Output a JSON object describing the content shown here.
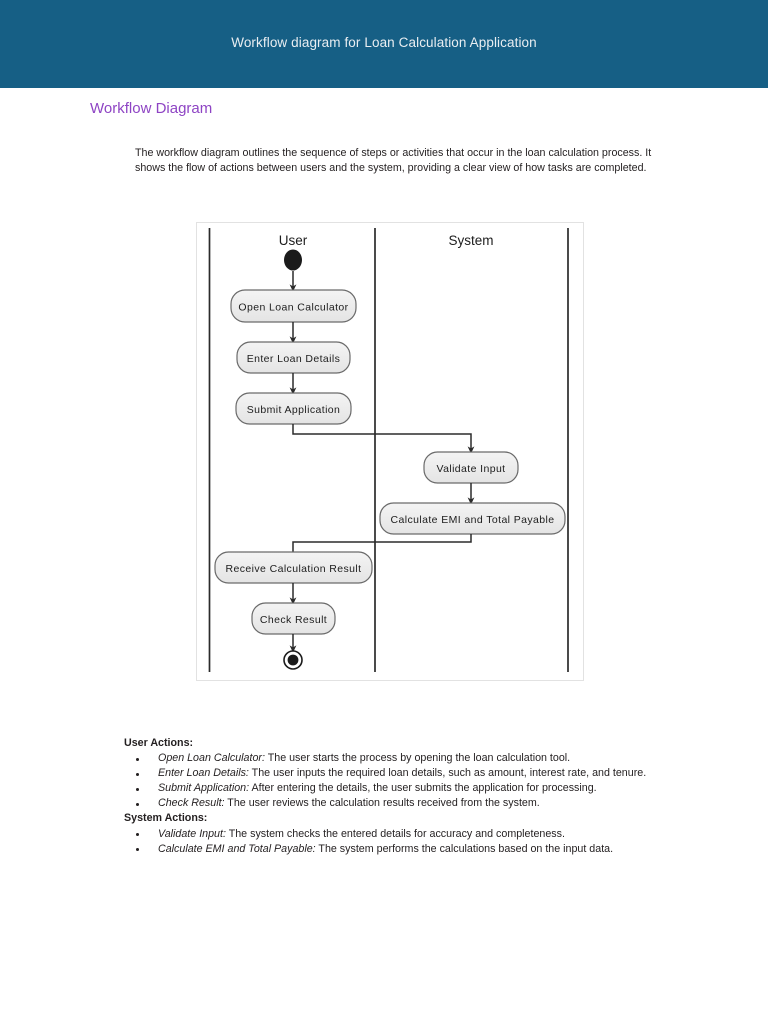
{
  "header": {
    "title": "Workflow diagram for Loan Calculation Application",
    "background_color": "#165f85",
    "text_color": "#e9eef2"
  },
  "section": {
    "heading": "Workflow Diagram",
    "heading_color": "#8e44c4",
    "paragraph": "The workflow diagram outlines the sequence of steps or activities that occur in the loan calculation process. It shows the flow of actions between users and the system, providing a clear view of how tasks are completed."
  },
  "diagram": {
    "type": "uml-activity-swimlane",
    "lanes": [
      {
        "label": "User"
      },
      {
        "label": "System"
      }
    ],
    "nodes": [
      {
        "id": "start",
        "label": "",
        "kind": "initial-node",
        "lane": "User"
      },
      {
        "id": "open",
        "label": "Open Loan Calculator",
        "kind": "activity",
        "lane": "User"
      },
      {
        "id": "enter",
        "label": "Enter Loan Details",
        "kind": "activity",
        "lane": "User"
      },
      {
        "id": "submit",
        "label": "Submit Application",
        "kind": "activity",
        "lane": "User"
      },
      {
        "id": "validate",
        "label": "Validate Input",
        "kind": "activity",
        "lane": "System"
      },
      {
        "id": "calculate",
        "label": "Calculate EMI and Total Payable",
        "kind": "activity",
        "lane": "System"
      },
      {
        "id": "receive",
        "label": "Receive Calculation Result",
        "kind": "activity",
        "lane": "User"
      },
      {
        "id": "check",
        "label": "Check Result",
        "kind": "activity",
        "lane": "User"
      },
      {
        "id": "end",
        "label": "",
        "kind": "final-node",
        "lane": "User"
      }
    ],
    "edges": [
      {
        "from": "start",
        "to": "open"
      },
      {
        "from": "open",
        "to": "enter"
      },
      {
        "from": "enter",
        "to": "submit"
      },
      {
        "from": "submit",
        "to": "validate"
      },
      {
        "from": "validate",
        "to": "calculate"
      },
      {
        "from": "calculate",
        "to": "receive"
      },
      {
        "from": "receive",
        "to": "check"
      },
      {
        "from": "check",
        "to": "end"
      }
    ],
    "node_fill": "#eeeeee",
    "node_stroke": "#555555",
    "line_color": "#2b2b2b"
  },
  "actions": {
    "user_heading": "User Actions:",
    "user_items": [
      {
        "term": "Open Loan Calculator:",
        "desc": " The user starts the process by opening the loan calculation tool."
      },
      {
        "term": "Enter Loan Details:",
        "desc": " The user inputs the required loan details, such as amount, interest rate, and tenure."
      },
      {
        "term": "Submit Application:",
        "desc": " After entering the details, the user submits the application for processing."
      },
      {
        "term": "Check Result:",
        "desc": " The user reviews the calculation results received from the system."
      }
    ],
    "system_heading": "System Actions:",
    "system_items": [
      {
        "term": "Validate Input:",
        "desc": " The system checks the entered details for accuracy and completeness."
      },
      {
        "term": "Calculate EMI and Total Payable:",
        "desc": " The system performs the calculations based on the input data."
      }
    ]
  }
}
